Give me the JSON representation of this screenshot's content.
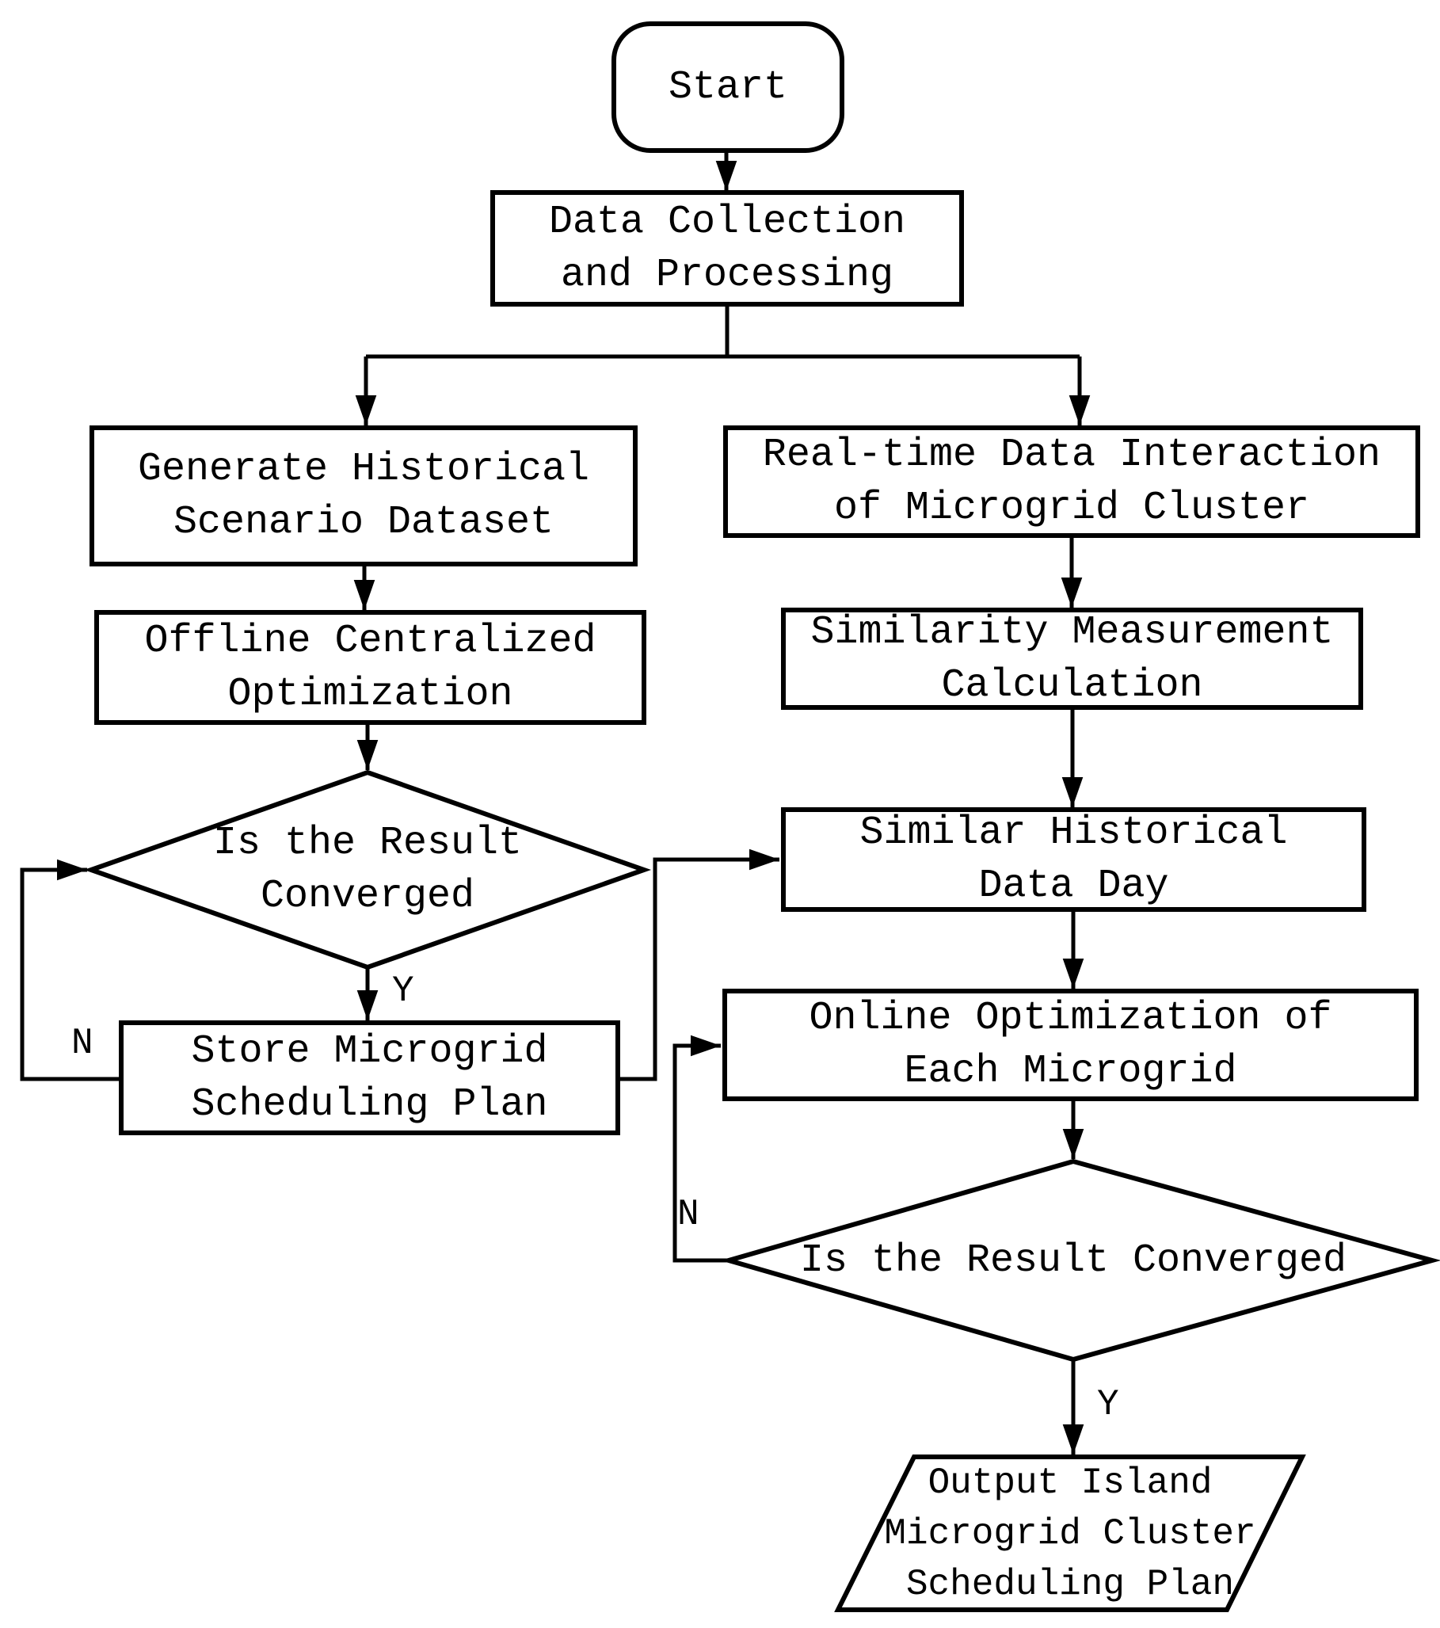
{
  "diagram": {
    "type": "flowchart",
    "colors": {
      "stroke": "#000000",
      "background": "#ffffff",
      "text": "#000000"
    }
  },
  "nodes": {
    "start": {
      "shape": "terminator",
      "lines": [
        "Start"
      ]
    },
    "data_collection": {
      "shape": "process",
      "lines": [
        "Data Collection",
        "and Processing"
      ]
    },
    "generate_historical": {
      "shape": "process",
      "lines": [
        "Generate Historical",
        "Scenario Dataset"
      ]
    },
    "offline_optimization": {
      "shape": "process",
      "lines": [
        "Offline Centralized",
        "Optimization"
      ]
    },
    "decision_offline": {
      "shape": "decision",
      "lines": [
        "Is the Result",
        "Converged"
      ]
    },
    "store_plan": {
      "shape": "process",
      "lines": [
        "Store Microgrid",
        "Scheduling Plan"
      ]
    },
    "realtime_interaction": {
      "shape": "process",
      "lines": [
        "Real-time Data Interaction",
        "of Microgrid Cluster"
      ]
    },
    "similarity_calculation": {
      "shape": "process",
      "lines": [
        "Similarity Measurement",
        "Calculation"
      ]
    },
    "similar_day": {
      "shape": "process",
      "lines": [
        "Similar Historical",
        "Data Day"
      ]
    },
    "online_optimization": {
      "shape": "process",
      "lines": [
        "Online Optimization of",
        "Each Microgrid"
      ]
    },
    "decision_online": {
      "shape": "decision",
      "lines": [
        "Is the Result Converged"
      ]
    },
    "output_plan": {
      "shape": "input-output",
      "lines": [
        "Output Island",
        "Microgrid Cluster",
        "Scheduling Plan"
      ]
    }
  },
  "edge_labels": {
    "offline_yes": "Y",
    "offline_no": "N",
    "online_yes": "Y",
    "online_no": "N"
  }
}
